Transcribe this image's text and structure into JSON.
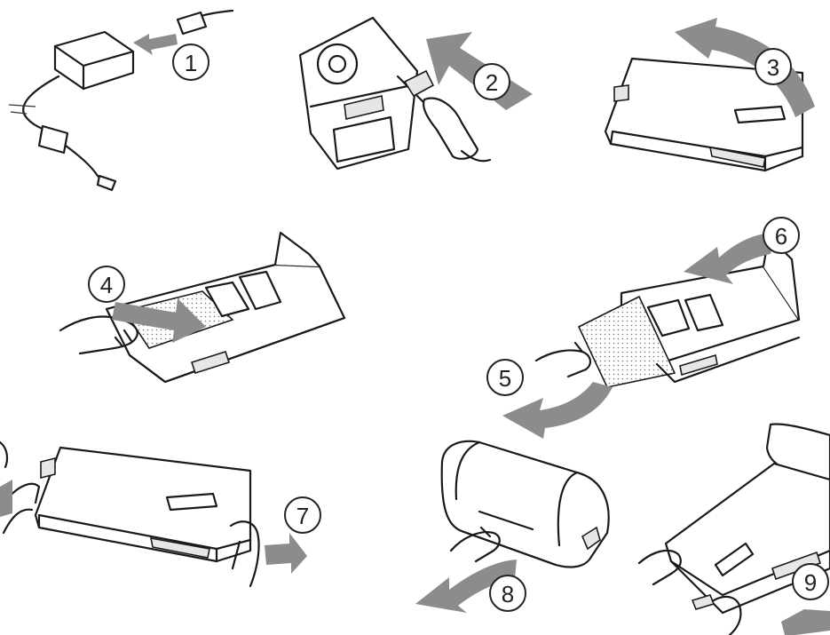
{
  "steps": [
    {
      "label": "1",
      "icon": "power-adapter-icon"
    },
    {
      "label": "2",
      "icon": "printer-power-port-icon"
    },
    {
      "label": "3",
      "icon": "paper-cassette-lid-icon"
    },
    {
      "label": "4",
      "icon": "insert-paper-icon"
    },
    {
      "label": "5",
      "icon": "remove-sheet-icon"
    },
    {
      "label": "6",
      "icon": "close-cover-icon"
    },
    {
      "label": "7",
      "icon": "slide-cassette-icon"
    },
    {
      "label": "8",
      "icon": "open-tray-icon"
    },
    {
      "label": "9",
      "icon": "insert-cassette-icon"
    }
  ],
  "colors": {
    "arrow": "#8c8c8c",
    "line": "#1a1a1a",
    "background": "#ffffff"
  }
}
